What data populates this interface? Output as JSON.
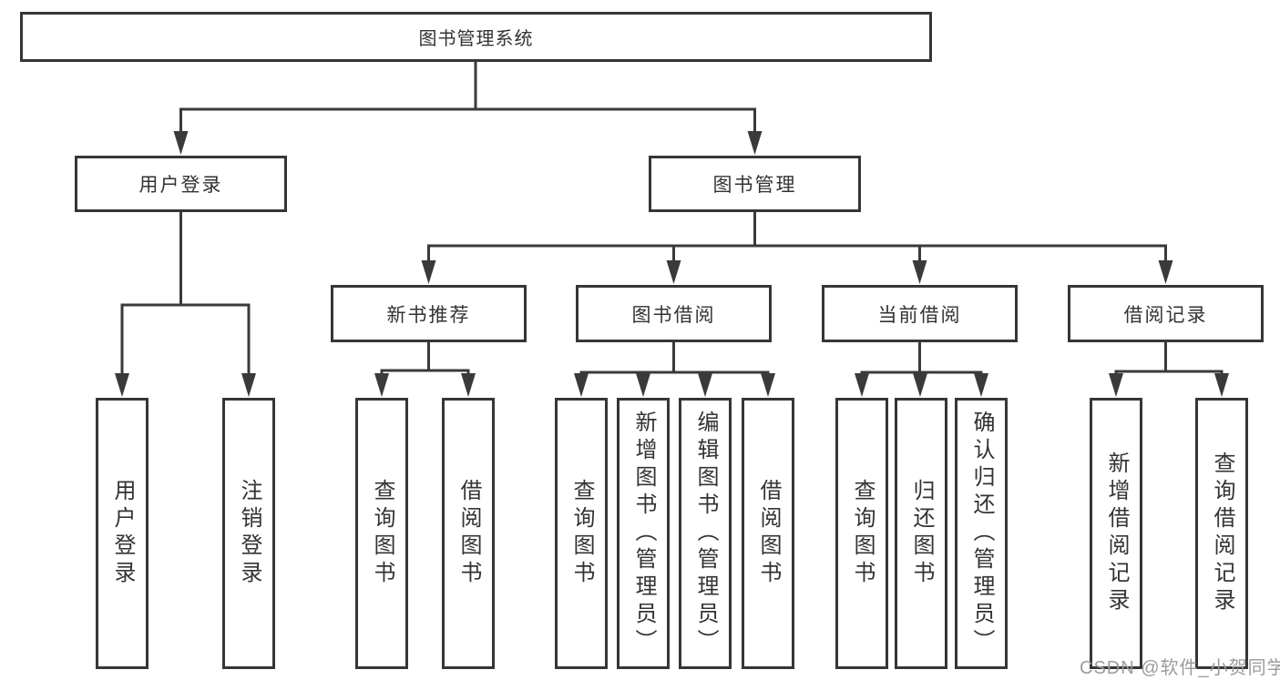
{
  "diagram": {
    "root": "图书管理系统",
    "level2": [
      "用户登录",
      "图书管理"
    ],
    "level3": [
      "新书推荐",
      "图书借阅",
      "当前借阅",
      "借阅记录"
    ],
    "leaves": {
      "g1": [
        "用户登录",
        "注销登录"
      ],
      "g2": [
        "查询图书",
        "借阅图书"
      ],
      "g3": [
        "查询图书",
        "新增图书（管理员）",
        "编辑图书（管理员）",
        "借阅图书"
      ],
      "g4": [
        "查询图书",
        "归还图书",
        "确认归还（管理员）"
      ],
      "g5": [
        "新增借阅记录",
        "查询借阅记录"
      ]
    }
  },
  "watermark": "CSDN @软件_小贺同学",
  "colors": {
    "line": "#3a3a3a",
    "border": "#363636",
    "text": "#333333",
    "watermark": "#9b9b9b",
    "background": "#ffffff"
  }
}
